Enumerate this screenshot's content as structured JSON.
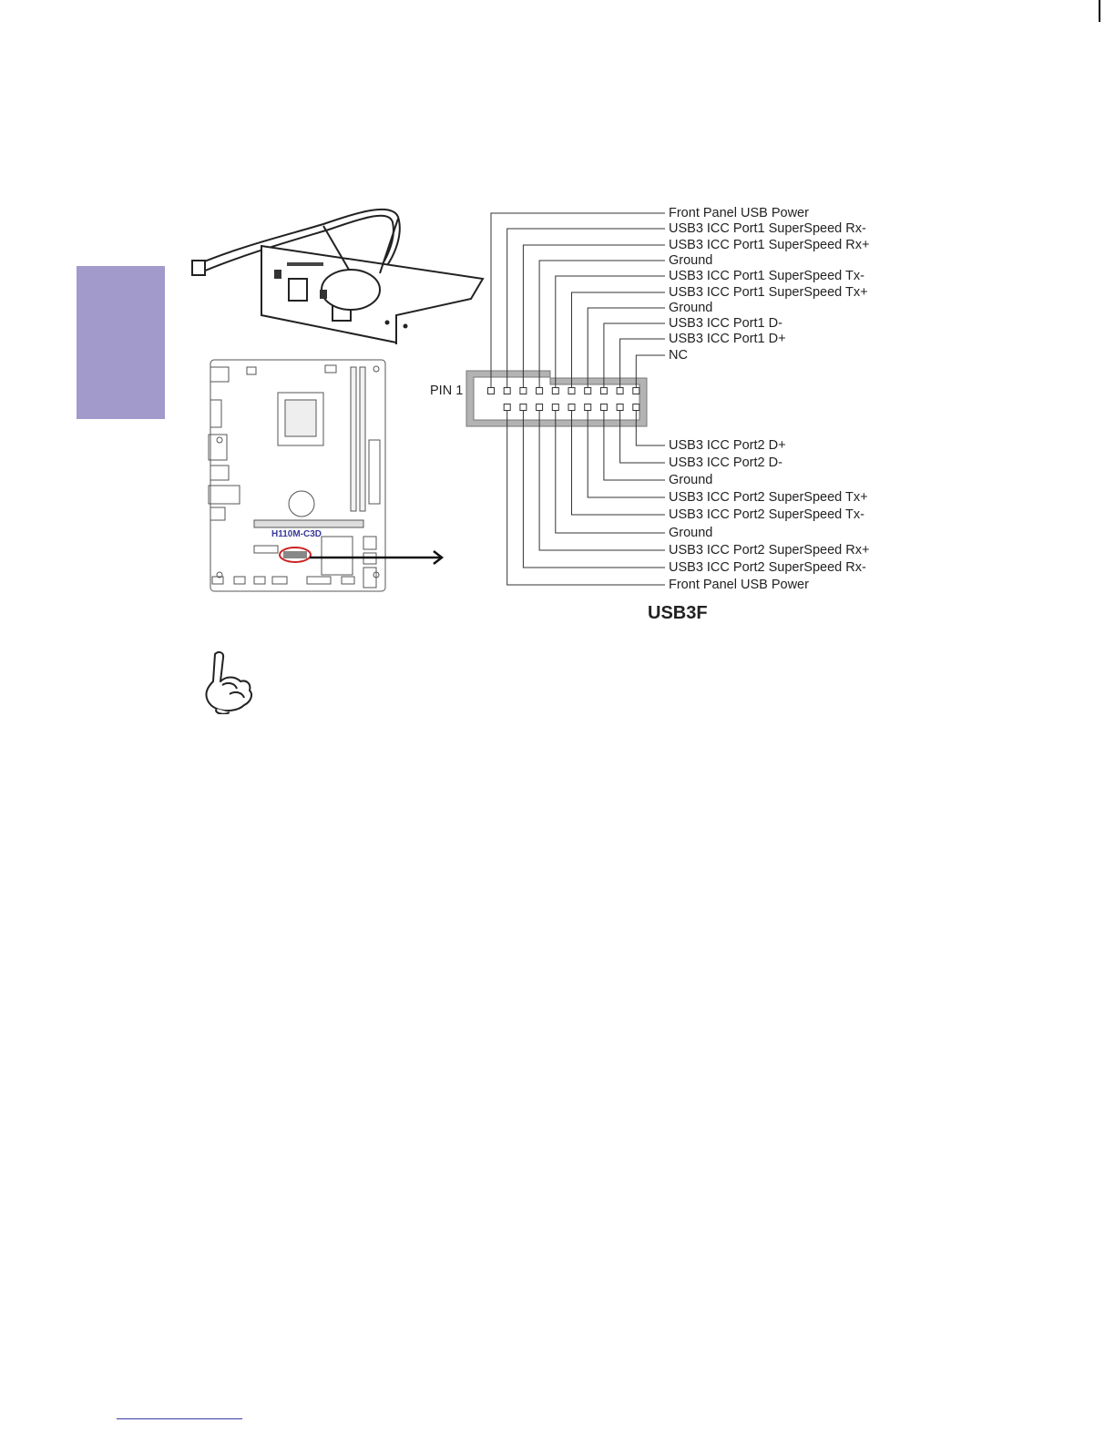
{
  "connector": {
    "name": "USB3F",
    "pin1_label": "PIN 1",
    "top_row_labels": [
      "Front Panel USB Power",
      "USB3 ICC Port1 SuperSpeed Rx-",
      "USB3 ICC Port1 SuperSpeed Rx+",
      "Ground",
      "USB3 ICC Port1 SuperSpeed Tx-",
      "USB3 ICC Port1 SuperSpeed Tx+",
      "Ground",
      "USB3 ICC Port1 D-",
      "USB3 ICC Port1 D+",
      "NC"
    ],
    "bottom_row_labels": [
      "USB3 ICC Port2 D+",
      "USB3 ICC Port2 D-",
      "Ground",
      "USB3 ICC Port2 SuperSpeed Tx+",
      "USB3 ICC Port2 SuperSpeed Tx-",
      "Ground",
      "USB3 ICC Port2 SuperSpeed Rx+",
      "USB3 ICC Port2 SuperSpeed Rx-",
      "Front Panel USB Power"
    ]
  },
  "board": {
    "model": "H110M-C3D"
  },
  "colors": {
    "side_tab": "#a19acb",
    "highlight": "#cc2222",
    "connector_shell": "#b3b3b3"
  },
  "icons": [
    "usb3-front-bracket-icon",
    "motherboard-layout-icon",
    "arrow-right-icon",
    "pointing-hand-icon"
  ]
}
